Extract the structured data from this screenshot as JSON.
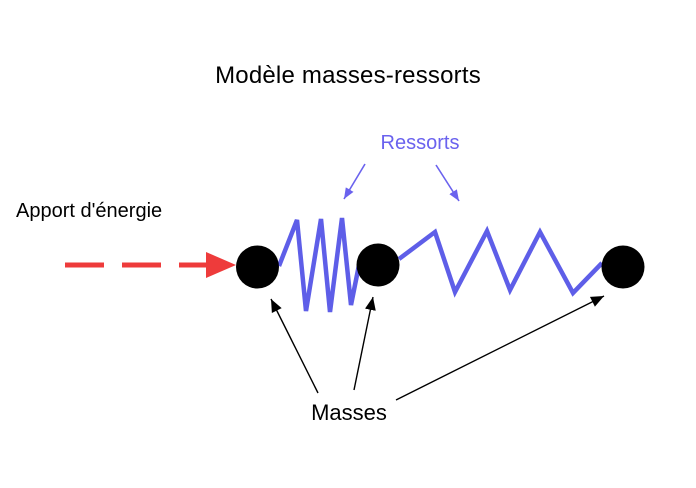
{
  "diagram": {
    "title": "Modèle masses-ressorts",
    "labels": {
      "springs": "Ressorts",
      "energy_input": "Apport d'énergie",
      "masses": "Masses"
    },
    "colors": {
      "spring": "#5e5ee8",
      "spring_label": "#6a62ee",
      "energy_arrow": "#ee3b3b",
      "mass": "#000000",
      "annotation_arrow": "#000000",
      "title_text": "#000000",
      "background": "#ffffff"
    }
  }
}
